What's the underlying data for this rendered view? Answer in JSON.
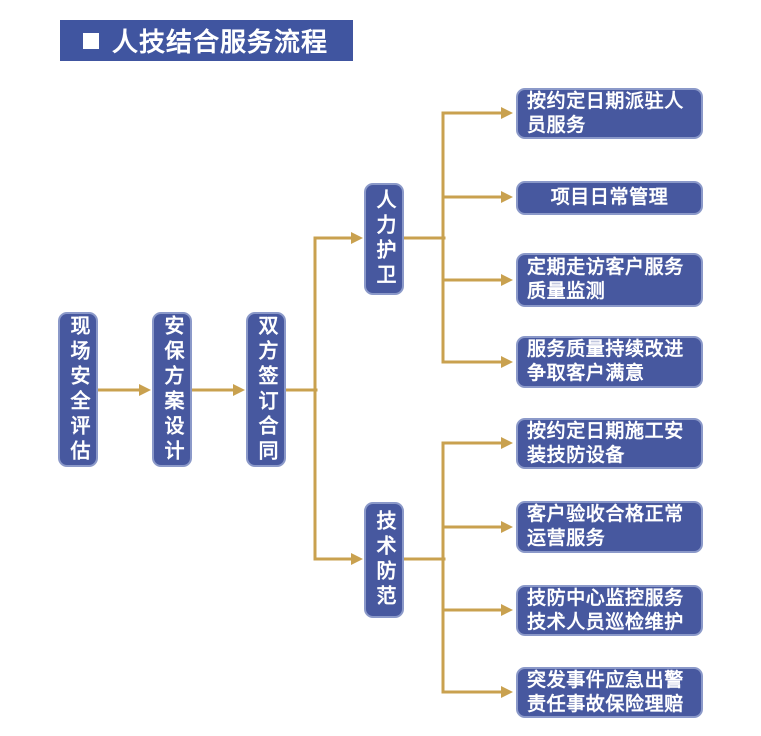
{
  "title": {
    "text": "人技结合服务流程"
  },
  "colors": {
    "box-fill": "#47589F",
    "box-border": "#8B99C9",
    "title-fill": "#4055A0",
    "arrow": "#C9A14F",
    "text": "#FFFFFF",
    "bg": "#FFFFFF"
  },
  "flow": {
    "stage_nodes": [
      {
        "label": "现场安全评估"
      },
      {
        "label": "安保方案设计"
      },
      {
        "label": "双方签订合同"
      }
    ],
    "branch_nodes": [
      {
        "label": "人力护卫"
      },
      {
        "label": "技术防范"
      }
    ],
    "manpower_steps": [
      "按约定日期派驻人员服务",
      "项目日常管理",
      "定期走访客户服务质量监测",
      "服务质量持续改进争取客户满意"
    ],
    "technical_steps": [
      "按约定日期施工安装技防设备",
      "客户验收合格正常运营服务",
      "技防中心监控服务技术人员巡检维护",
      "突发事件应急出警责任事故保险理赔"
    ]
  }
}
